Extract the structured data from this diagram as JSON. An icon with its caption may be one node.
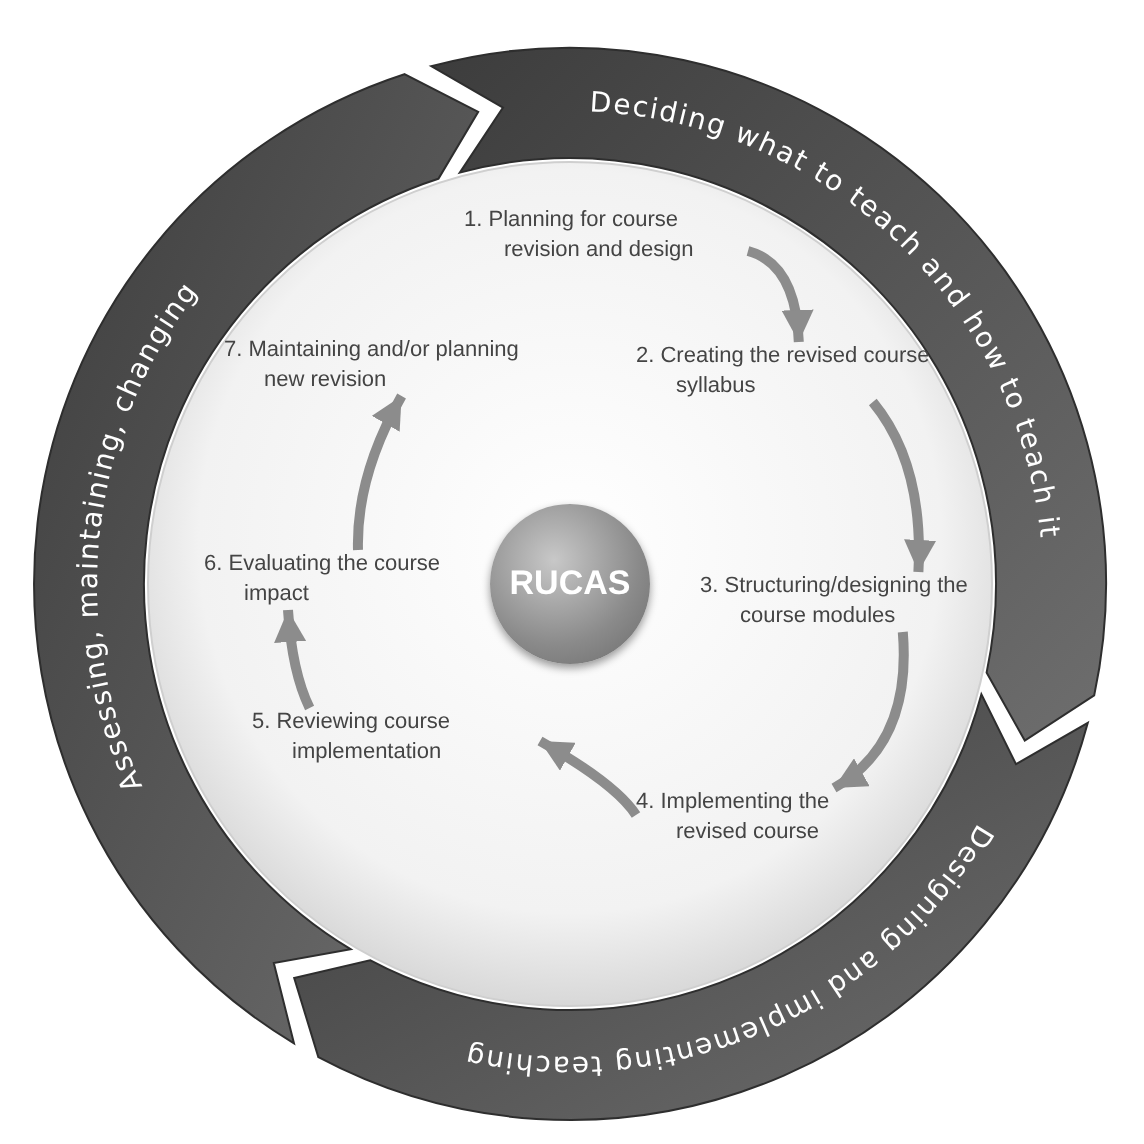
{
  "diagram": {
    "nodes": [
      {
        "text": [
          "Deciding what to teach and how to teach it"
        ]
      },
      {
        "text": [
          "Designing and implementing teaching"
        ]
      },
      {
        "text": [
          "Assessing, maintaining, changing"
        ]
      },
      {
        "text": [
          "RUCAS"
        ]
      },
      {
        "text": [
          "1. Planning for course revision and design"
        ]
      },
      {
        "text": [
          "2. Creating the revised course syllabus"
        ]
      },
      {
        "text": [
          "3. Structuring/designing the course modules"
        ]
      },
      {
        "text": [
          "4. Implementing the revised course"
        ]
      },
      {
        "text": [
          "5. Reviewing course implementation"
        ]
      },
      {
        "text": [
          "6. Evaluating the course impact"
        ]
      },
      {
        "text": [
          "7. Maintaining and/or planning new revision"
        ]
      }
    ],
    "edges": [
      {
        "from": 4,
        "to": 5,
        "arrow": "to"
      },
      {
        "from": 5,
        "to": 6,
        "arrow": "to"
      },
      {
        "from": 6,
        "to": 7,
        "arrow": "to"
      },
      {
        "from": 7,
        "to": 8,
        "arrow": "to"
      },
      {
        "from": 8,
        "to": 9,
        "arrow": "to"
      },
      {
        "from": 9,
        "to": 10,
        "arrow": "to"
      }
    ]
  }
}
